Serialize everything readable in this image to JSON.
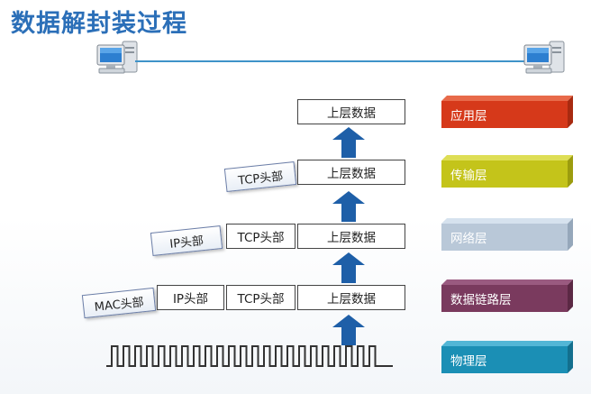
{
  "title": "数据解封装过程",
  "columns": {
    "app_data": "上层数据",
    "tcp_header": "TCP头部",
    "ip_header": "IP头部",
    "mac_header": "MAC头部"
  },
  "layers": [
    {
      "label": "应用层",
      "color": "#d6391a",
      "top_color": "#e86a4a",
      "side_color": "#a82a10"
    },
    {
      "label": "传输层",
      "color": "#c4c41a",
      "top_color": "#dede55",
      "side_color": "#9c9c0e"
    },
    {
      "label": "网络层",
      "color": "#b9c8d8",
      "top_color": "#d6e2ee",
      "side_color": "#95a7ba"
    },
    {
      "label": "数据链路层",
      "color": "#7a3a5e",
      "top_color": "#9a5a80",
      "side_color": "#5b2844"
    },
    {
      "label": "物理层",
      "color": "#1b8fb5",
      "top_color": "#52b6d6",
      "side_color": "#136f8e"
    }
  ],
  "colors": {
    "title": "#2b6fb8",
    "arrow": "#1e5fa8",
    "link": "#3f93c9"
  },
  "icons": [
    "computer-icon",
    "computer-icon",
    "arrow-up-icon",
    "square-wave-icon"
  ]
}
